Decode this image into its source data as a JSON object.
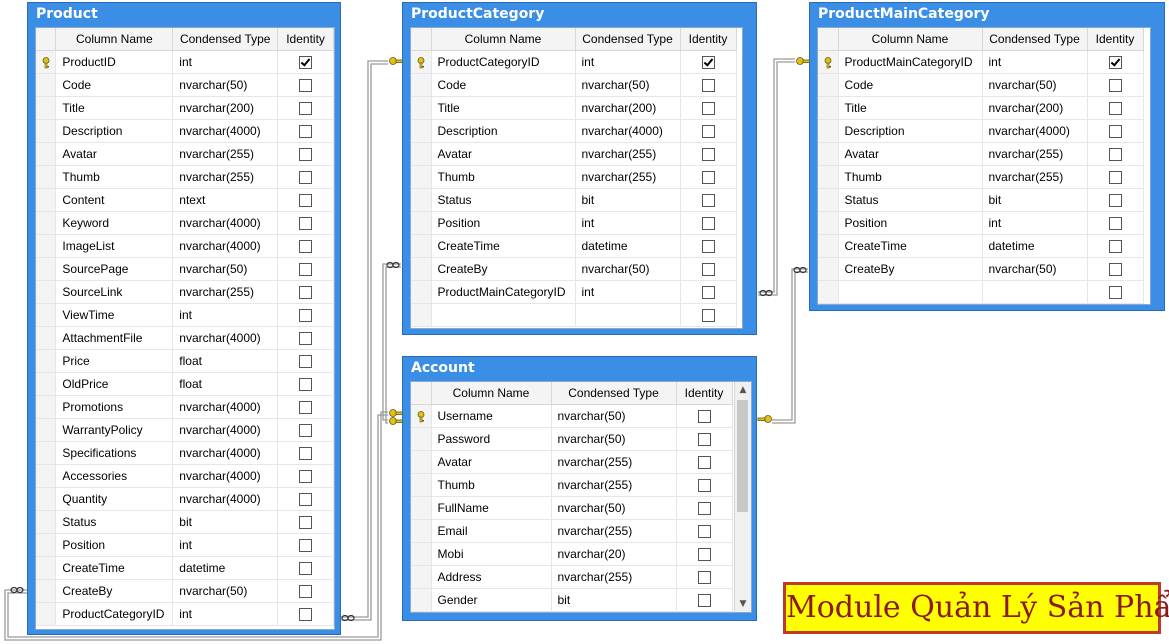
{
  "diagram_title": "Module Quản Lý Sản Phẩm",
  "headers": {
    "column_name": "Column Name",
    "condensed_type": "Condensed Type",
    "identity": "Identity"
  },
  "colors": {
    "table_frame": "#3a8ee6",
    "banner_bg": "#ffff00",
    "banner_border": "#c0392b",
    "banner_text": "#8b1a1a",
    "key_icon": "#e0c020"
  },
  "tables": {
    "product": {
      "title": "Product",
      "rows": [
        {
          "name": "ProductID",
          "type": "int",
          "identity": true,
          "pk": true
        },
        {
          "name": "Code",
          "type": "nvarchar(50)",
          "identity": false
        },
        {
          "name": "Title",
          "type": "nvarchar(200)",
          "identity": false
        },
        {
          "name": "Description",
          "type": "nvarchar(4000)",
          "identity": false
        },
        {
          "name": "Avatar",
          "type": "nvarchar(255)",
          "identity": false
        },
        {
          "name": "Thumb",
          "type": "nvarchar(255)",
          "identity": false
        },
        {
          "name": "Content",
          "type": "ntext",
          "identity": false
        },
        {
          "name": "Keyword",
          "type": "nvarchar(4000)",
          "identity": false
        },
        {
          "name": "ImageList",
          "type": "nvarchar(4000)",
          "identity": false
        },
        {
          "name": "SourcePage",
          "type": "nvarchar(50)",
          "identity": false
        },
        {
          "name": "SourceLink",
          "type": "nvarchar(255)",
          "identity": false
        },
        {
          "name": "ViewTime",
          "type": "int",
          "identity": false
        },
        {
          "name": "AttachmentFile",
          "type": "nvarchar(4000)",
          "identity": false
        },
        {
          "name": "Price",
          "type": "float",
          "identity": false
        },
        {
          "name": "OldPrice",
          "type": "float",
          "identity": false
        },
        {
          "name": "Promotions",
          "type": "nvarchar(4000)",
          "identity": false
        },
        {
          "name": "WarrantyPolicy",
          "type": "nvarchar(4000)",
          "identity": false
        },
        {
          "name": "Specifications",
          "type": "nvarchar(4000)",
          "identity": false
        },
        {
          "name": "Accessories",
          "type": "nvarchar(4000)",
          "identity": false
        },
        {
          "name": "Quantity",
          "type": "nvarchar(4000)",
          "identity": false
        },
        {
          "name": "Status",
          "type": "bit",
          "identity": false
        },
        {
          "name": "Position",
          "type": "int",
          "identity": false
        },
        {
          "name": "CreateTime",
          "type": "datetime",
          "identity": false
        },
        {
          "name": "CreateBy",
          "type": "nvarchar(50)",
          "identity": false
        },
        {
          "name": "ProductCategoryID",
          "type": "int",
          "identity": false
        }
      ]
    },
    "product_category": {
      "title": "ProductCategory",
      "rows": [
        {
          "name": "ProductCategoryID",
          "type": "int",
          "identity": true,
          "pk": true
        },
        {
          "name": "Code",
          "type": "nvarchar(50)",
          "identity": false
        },
        {
          "name": "Title",
          "type": "nvarchar(200)",
          "identity": false
        },
        {
          "name": "Description",
          "type": "nvarchar(4000)",
          "identity": false
        },
        {
          "name": "Avatar",
          "type": "nvarchar(255)",
          "identity": false
        },
        {
          "name": "Thumb",
          "type": "nvarchar(255)",
          "identity": false
        },
        {
          "name": "Status",
          "type": "bit",
          "identity": false
        },
        {
          "name": "Position",
          "type": "int",
          "identity": false
        },
        {
          "name": "CreateTime",
          "type": "datetime",
          "identity": false
        },
        {
          "name": "CreateBy",
          "type": "nvarchar(50)",
          "identity": false
        },
        {
          "name": "ProductMainCategoryID",
          "type": "int",
          "identity": false
        },
        {
          "name": "",
          "type": "",
          "identity": false
        }
      ]
    },
    "product_main_category": {
      "title": "ProductMainCategory",
      "rows": [
        {
          "name": "ProductMainCategoryID",
          "type": "int",
          "identity": true,
          "pk": true
        },
        {
          "name": "Code",
          "type": "nvarchar(50)",
          "identity": false
        },
        {
          "name": "Title",
          "type": "nvarchar(200)",
          "identity": false
        },
        {
          "name": "Description",
          "type": "nvarchar(4000)",
          "identity": false
        },
        {
          "name": "Avatar",
          "type": "nvarchar(255)",
          "identity": false
        },
        {
          "name": "Thumb",
          "type": "nvarchar(255)",
          "identity": false
        },
        {
          "name": "Status",
          "type": "bit",
          "identity": false
        },
        {
          "name": "Position",
          "type": "int",
          "identity": false
        },
        {
          "name": "CreateTime",
          "type": "datetime",
          "identity": false
        },
        {
          "name": "CreateBy",
          "type": "nvarchar(50)",
          "identity": false
        },
        {
          "name": "",
          "type": "",
          "identity": false
        }
      ]
    },
    "account": {
      "title": "Account",
      "rows": [
        {
          "name": "Username",
          "type": "nvarchar(50)",
          "identity": false,
          "pk": true
        },
        {
          "name": "Password",
          "type": "nvarchar(50)",
          "identity": false
        },
        {
          "name": "Avatar",
          "type": "nvarchar(255)",
          "identity": false
        },
        {
          "name": "Thumb",
          "type": "nvarchar(255)",
          "identity": false
        },
        {
          "name": "FullName",
          "type": "nvarchar(50)",
          "identity": false
        },
        {
          "name": "Email",
          "type": "nvarchar(255)",
          "identity": false
        },
        {
          "name": "Mobi",
          "type": "nvarchar(20)",
          "identity": false
        },
        {
          "name": "Address",
          "type": "nvarchar(255)",
          "identity": false
        },
        {
          "name": "Gender",
          "type": "bit",
          "identity": false
        }
      ]
    }
  }
}
